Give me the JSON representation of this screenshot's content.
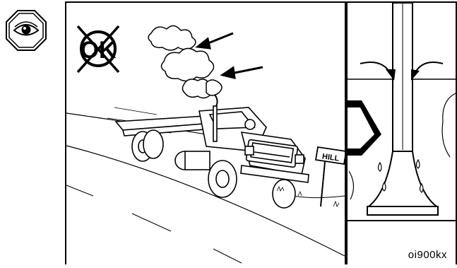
{
  "badge": {
    "icon": "eye-icon"
  },
  "not_ok_symbol": {
    "text": "OK",
    "icon": "crossed-out-circle-icon"
  },
  "road_sign": {
    "text": "HILL"
  },
  "figure_code": "oi900kx",
  "colors": {
    "ink": "#000000",
    "paper": "#ffffff"
  }
}
